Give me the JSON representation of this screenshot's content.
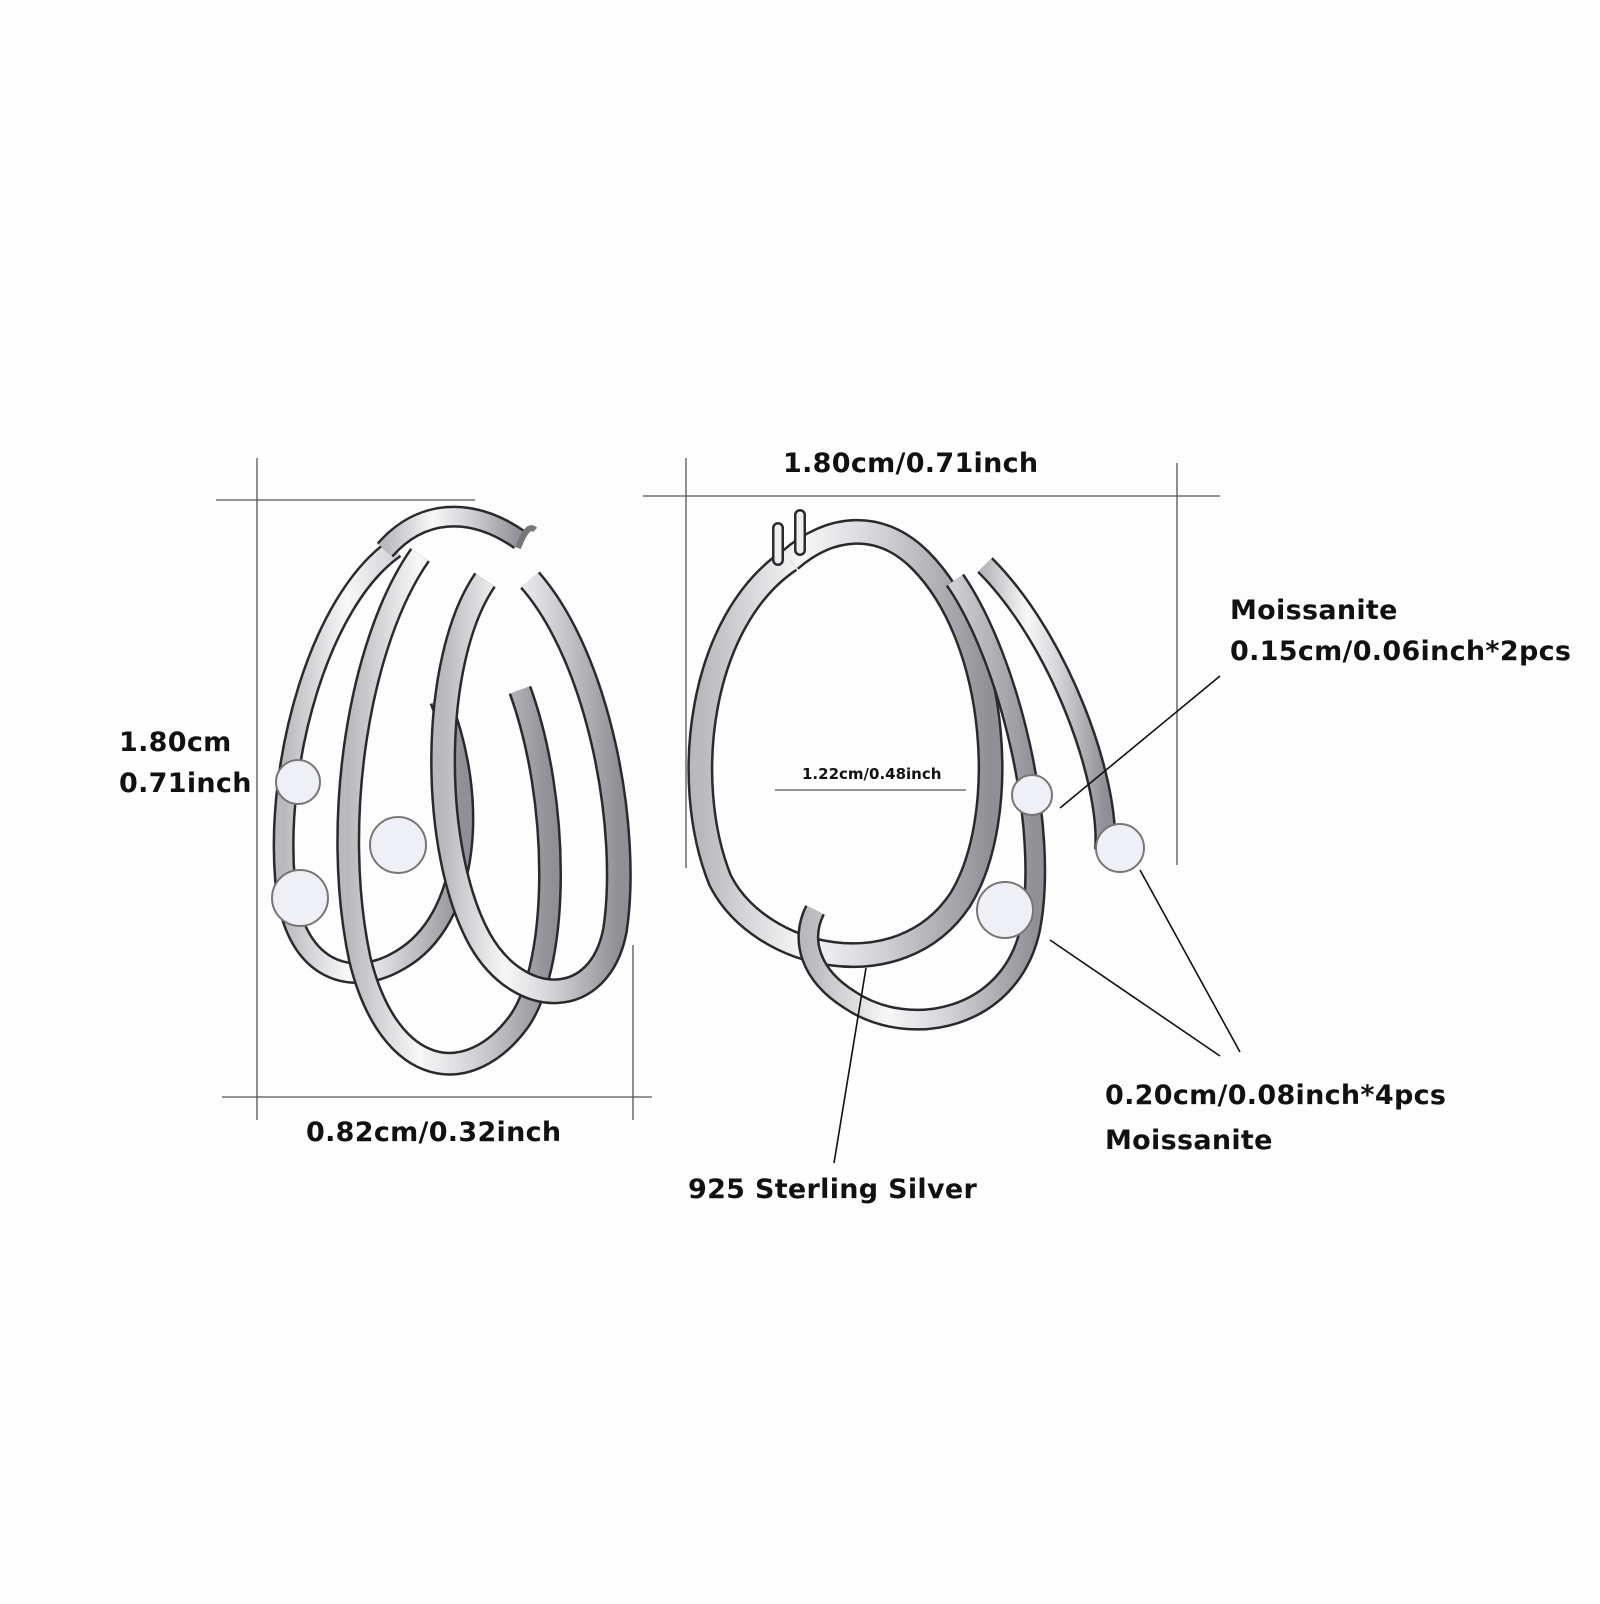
{
  "diagram": {
    "subject": "Triple hoop earrings with moissanite stones",
    "colors": {
      "background": "#fdfdfd",
      "dimension_line": "#555555",
      "leader_line": "#111111",
      "text": "#111111",
      "metal_light": "#f4f4f6",
      "metal_dark": "#2a2a2e"
    },
    "left_earring": {
      "height_label_cm": "1.80cm",
      "height_label_inch": "0.71inch",
      "width_label": "0.82cm/0.32inch"
    },
    "right_earring": {
      "width_label": "1.80cm/0.71inch",
      "inner_width_label": "1.22cm/0.48inch"
    },
    "callouts": {
      "small_stone_name": "Moissanite",
      "small_stone_spec": "0.15cm/0.06inch*2pcs",
      "large_stone_spec": "0.20cm/0.08inch*4pcs",
      "large_stone_name": "Moissanite",
      "material": "925 Sterling Silver"
    }
  }
}
